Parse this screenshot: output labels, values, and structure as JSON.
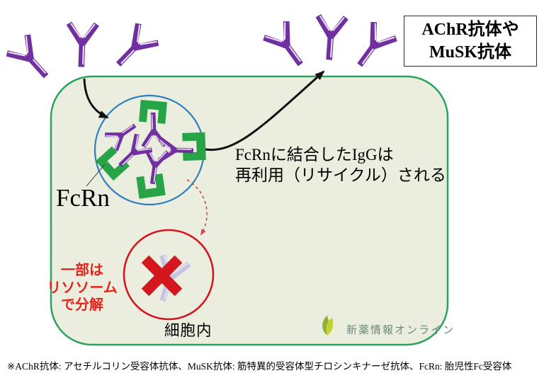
{
  "colors": {
    "antibody_purple": "#7030a0",
    "antibody_faded": "#c8c3e0",
    "receptor_green": "#27a348",
    "cell_border_green": "#2aa35c",
    "cell_fill": "#ebeedf",
    "endosome_blue": "#2d7fc1",
    "lysosome_red": "#d6161f",
    "dashed_arrow_red": "#c0504d",
    "text_red": "#e5231b",
    "logo_green_dark": "#8fae3a",
    "logo_green_light": "#c5d22b",
    "logo_text_color": "#6c887b",
    "arrow_black": "#111111"
  },
  "title_box": {
    "line1": "AChR抗体や",
    "line2": "MuSK抗体"
  },
  "recycle_text": {
    "line1": "FcRnに結合したIgGは",
    "line2": "再利用（リサイクル）される"
  },
  "endosome": {
    "receptor_label": "FcRn"
  },
  "lysosome_text": {
    "line1": "一部は",
    "line2": "リソソーム",
    "line3": "で分解"
  },
  "cell": {
    "label": "細胞内"
  },
  "logo": {
    "text": "新薬情報オンライン",
    "icon": "leaf-icon"
  },
  "footnote": {
    "text": "※AChR抗体: アセチルコリン受容体抗体、MuSK抗体: 筋特異的受容体型チロシンキナーゼ抗体、FcRn: 胎児性Fc受容体"
  },
  "icons": {
    "antibody": "antibody-y-icon",
    "receptor": "fcrn-receptor-bracket-icon",
    "degradation": "degradation-x-icon"
  }
}
